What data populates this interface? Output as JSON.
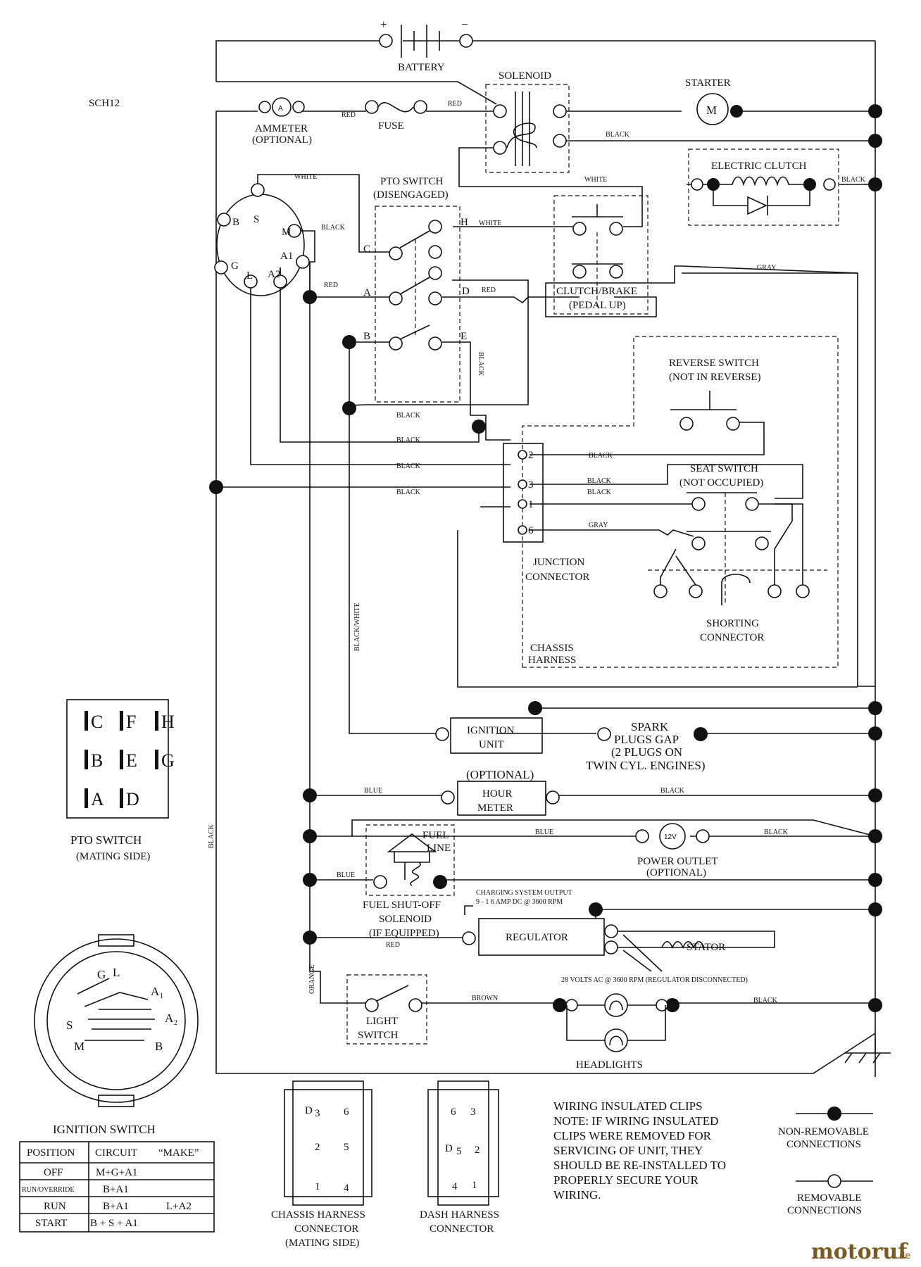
{
  "diagram_code": "SCH12",
  "components": {
    "battery": "BATTERY",
    "battery_plus": "+",
    "battery_minus": "−",
    "solenoid": "SOLENOID",
    "starter": "STARTER",
    "starter_symbol": "M",
    "ammeter": "AMMETER",
    "ammeter_optional": "(OPTIONAL)",
    "ammeter_symbol": "A",
    "fuse": "FUSE",
    "pto_switch": "PTO SWITCH",
    "pto_switch_state": "(DISENGAGED)",
    "electric_clutch": "ELECTRIC CLUTCH",
    "clutch_brake": "CLUTCH/BRAKE",
    "clutch_brake_state": "(PEDAL UP)",
    "reverse_switch": "REVERSE SWITCH",
    "reverse_switch_state": "(NOT IN REVERSE)",
    "seat_switch": "SEAT SWITCH",
    "seat_switch_state": "(NOT OCCUPIED)",
    "junction_connector_1": "JUNCTION",
    "junction_connector_2": "CONNECTOR",
    "shorting_connector_1": "SHORTING",
    "shorting_connector_2": "CONNECTOR",
    "chassis_harness_1": "CHASSIS",
    "chassis_harness_2": "HARNESS",
    "ignition_unit_1": "IGNITION",
    "ignition_unit_2": "UNIT",
    "spark_1": "SPARK",
    "spark_2": "PLUGS GAP",
    "spark_3": "(2 PLUGS ON",
    "spark_4": "TWIN CYL. ENGINES)",
    "hour_meter_optional": "(OPTIONAL)",
    "hour_meter_1": "HOUR",
    "hour_meter_2": "METER",
    "power_outlet_symbol": "12V",
    "power_outlet": "POWER OUTLET",
    "power_outlet_optional": "(OPTIONAL)",
    "fuel_line_1": "FUEL",
    "fuel_line_2": "LINE",
    "fuel_solenoid_1": "FUEL SHUT-OFF",
    "fuel_solenoid_2": "SOLENOID",
    "fuel_solenoid_3": "(IF EQUIPPED)",
    "charging_1": "CHARGING SYSTEM OUTPUT",
    "charging_2": "9 - 1 6 AMP DC @ 3600 RPM",
    "regulator": "REGULATOR",
    "stator": "STATOR",
    "stator_ac": "28 VOLTS AC @ 3600 RPM (REGULATOR DISCONNECTED)",
    "light_switch_1": "LIGHT",
    "light_switch_2": "SWITCH",
    "headlights": "HEADLIGHTS"
  },
  "wires": {
    "red": "RED",
    "black": "BLACK",
    "white": "WHITE",
    "gray": "GRAY",
    "blue": "BLUE",
    "brown": "BROWN",
    "orange": "ORANGE",
    "black_white": "BLACK/WHITE"
  },
  "terminals": {
    "S": "S",
    "B": "B",
    "G": "G",
    "M": "M",
    "L": "L",
    "A1": "A1",
    "A2": "A2",
    "C": "C",
    "A": "A",
    "B2": "B",
    "D": "D",
    "E": "E",
    "H": "H",
    "j2": "2",
    "j3": "3",
    "j1": "1",
    "j6": "6"
  },
  "pto_mating": {
    "grid": [
      [
        "C",
        "F",
        "H"
      ],
      [
        "B",
        "E",
        "G"
      ],
      [
        "A",
        "D"
      ]
    ],
    "title": "PTO SWITCH",
    "subtitle": "(MATING SIDE)"
  },
  "ignition_switch": {
    "title": "IGNITION SWITCH",
    "face": {
      "G": "G",
      "L": "L",
      "A1": "A",
      "A1_sub": "1",
      "A2": "A",
      "A2_sub": "2",
      "S": "S",
      "M": "M",
      "B": "B"
    },
    "headers": [
      "POSITION",
      "CIRCUIT",
      "“MAKE”"
    ],
    "rows": [
      {
        "position": "OFF",
        "circuit": "M+G+A1",
        "extra": ""
      },
      {
        "position": "RUN/OVERRIDE",
        "circuit": "B+A1",
        "extra": ""
      },
      {
        "position": "RUN",
        "circuit": "B+A1",
        "extra": "L+A2"
      },
      {
        "position": "START",
        "circuit": "B + S + A1",
        "extra": ""
      }
    ]
  },
  "connectors": {
    "chassis_1": "CHASSIS HARNESS",
    "chassis_2": "CONNECTOR",
    "chassis_3": "(MATING SIDE)",
    "chassis_pins": [
      "D",
      "3",
      "6",
      "2",
      "5",
      "1",
      "4"
    ],
    "dash_1": "DASH HARNESS",
    "dash_2": "CONNECTOR",
    "dash_pins": [
      "6",
      "3",
      "D",
      "5",
      "2",
      "4",
      "1"
    ]
  },
  "notes": {
    "clips_title": "WIRING INSULATED CLIPS",
    "line1": "NOTE:  IF WIRING INSULATED",
    "line2": "CLIPS WERE REMOVED FOR",
    "line3": "SERVICING OF UNIT, THEY",
    "line4": "SHOULD BE RE-INSTALLED TO",
    "line5": "PROPERLY SECURE YOUR",
    "line6": "WIRING."
  },
  "legend": {
    "nonremovable_1": "NON-REMOVABLE",
    "nonremovable_2": "CONNECTIONS",
    "removable_1": "REMOVABLE",
    "removable_2": "CONNECTIONS"
  },
  "watermark": {
    "brand": "motoruf",
    "tld": ".de"
  }
}
